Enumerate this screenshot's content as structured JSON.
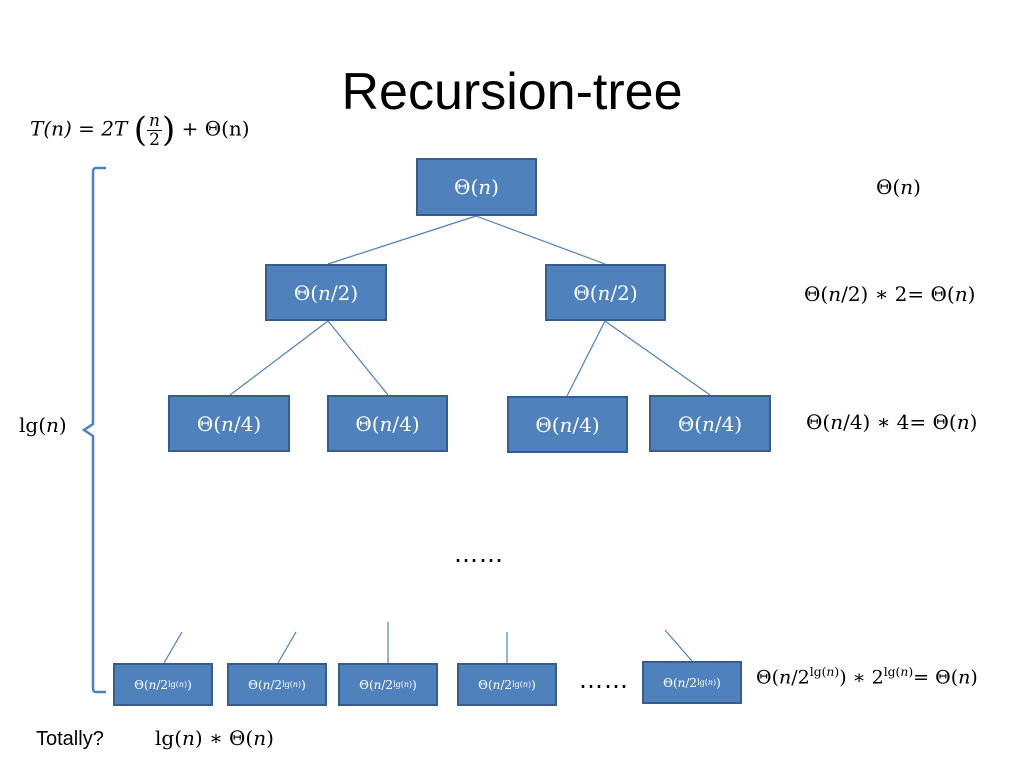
{
  "title": "Recursion-tree",
  "recurrence": {
    "lhs": "T(n) = 2T",
    "frac_num": "n",
    "frac_den": "2",
    "rhs": "+ Θ(n)"
  },
  "depth_label": "lg(n)",
  "levels": [
    {
      "node_label": "Θ(n)",
      "level_cost": "Θ(n)"
    },
    {
      "node_label": "Θ(n/2)",
      "level_cost": "Θ(n/2) ∗ 2= Θ(n)"
    },
    {
      "node_label": "Θ(n/4)",
      "level_cost": "Θ(n/4) ∗ 4= Θ(n)"
    },
    {
      "node_label": "Θ(n/2^lg(n))",
      "level_cost": "Θ(n/2^lg(n)) ∗ 2^lg(n)= Θ(n)"
    }
  ],
  "ellipsis": "……",
  "bottom_ellipsis": "……",
  "total": {
    "label": "Totally?",
    "value": "lg(n) ∗ Θ(n)"
  },
  "colors": {
    "node_fill": "#4f81bd",
    "node_border": "#385d8a",
    "edge": "#4f81bd",
    "brace": "#4f81bd"
  }
}
